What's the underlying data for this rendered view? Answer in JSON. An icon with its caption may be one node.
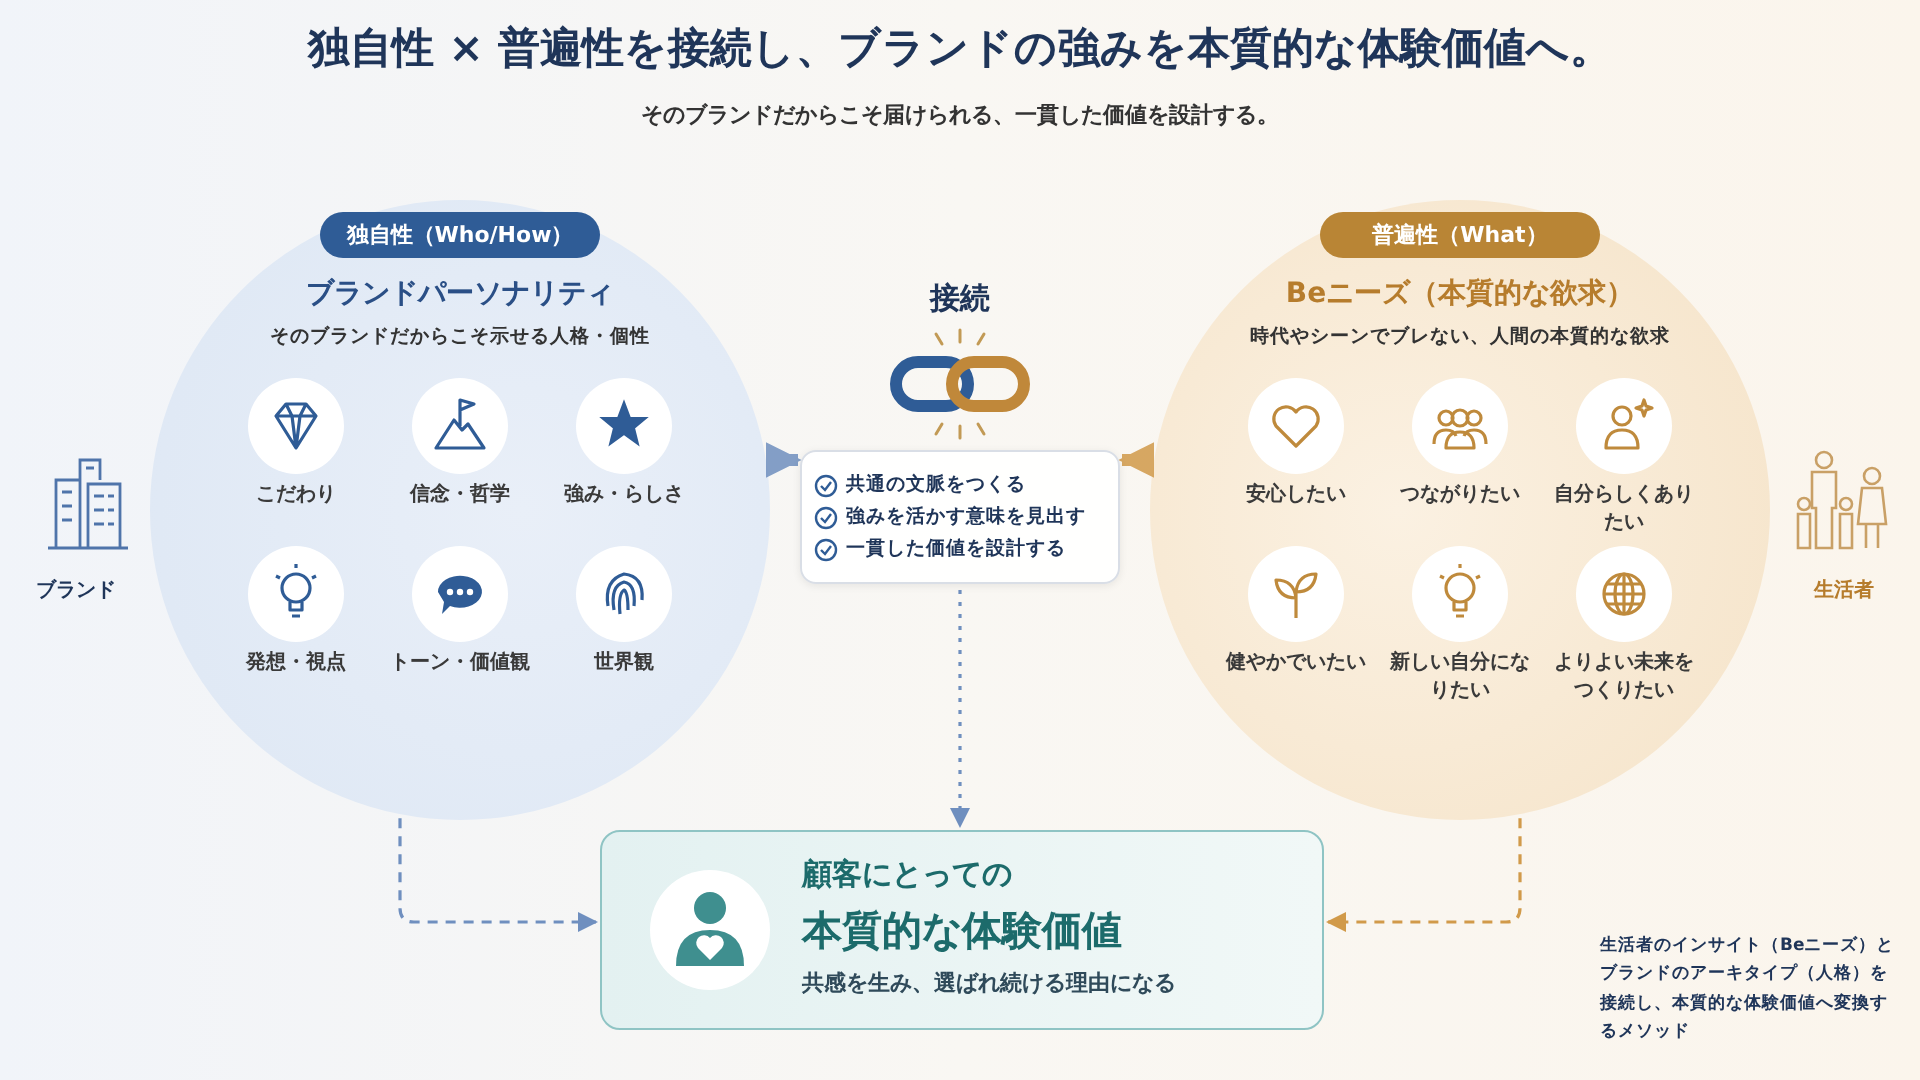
{
  "diagram": {
    "title": "独自性 × 普遍性を接続し、ブランドの強みを本質的な体験価値へ。",
    "nodes": [
      {
        "text": [
          "独自性（Who/How）",
          "ブランドパーソナリティ",
          "そのブランドだからこそ示せる人格・個性"
        ]
      },
      {
        "text": [
          "こだわり"
        ],
        "in": 0
      },
      {
        "text": [
          "信念・哲学"
        ],
        "in": 0
      },
      {
        "text": [
          "強み・らしさ"
        ],
        "in": 0
      },
      {
        "text": [
          "発想・視点"
        ],
        "in": 0
      },
      {
        "text": [
          "トーン・価値観"
        ],
        "in": 0
      },
      {
        "text": [
          "世界観"
        ],
        "in": 0
      },
      {
        "text": [
          "普遍性（What）",
          "Beニーズ（本質的な欲求）",
          "時代やシーンでブレない、人間の本質的な欲求"
        ]
      },
      {
        "text": [
          "安心したい"
        ],
        "in": 7
      },
      {
        "text": [
          "つながりたい"
        ],
        "in": 7
      },
      {
        "text": [
          "自分らしくありたい"
        ],
        "in": 7
      },
      {
        "text": [
          "健やかでいたい"
        ],
        "in": 7
      },
      {
        "text": [
          "新しい自分になりたい"
        ],
        "in": 7
      },
      {
        "text": [
          "よりよい未来をつくりたい"
        ],
        "in": 7
      },
      {
        "text": [
          "接続",
          "共通の文脈をつくる",
          "強みを活かす意味を見出す",
          "一貫した価値を設計する"
        ]
      },
      {
        "text": [
          "顧客にとっての",
          "本質的な体験価値",
          "共感を生み、選ばれ続ける理由になる"
        ]
      }
    ],
    "edges": [
      {
        "from": 0,
        "to": 14,
        "arrow": "to",
        "style": "thick"
      },
      {
        "from": 7,
        "to": 14,
        "arrow": "to",
        "style": "thick",
        "color": "#d19a4a"
      },
      {
        "from": 14,
        "to": 15,
        "arrow": "to",
        "style": "dashed"
      },
      {
        "from": 0,
        "to": 15,
        "arrow": "to",
        "style": "dashed"
      },
      {
        "from": 7,
        "to": 15,
        "arrow": "to",
        "style": "dashed",
        "color": "#d19a4a"
      }
    ],
    "labels": [
      "そのブランドだからこそ届けられる、一貫した価値を設計する。",
      "ブランド",
      "生活者",
      "生活者のインサイト（Beニーズ）とブランドのアーキタイプ（人格）を接続し、本質的な体験価値へ変換するメソッド"
    ]
  }
}
